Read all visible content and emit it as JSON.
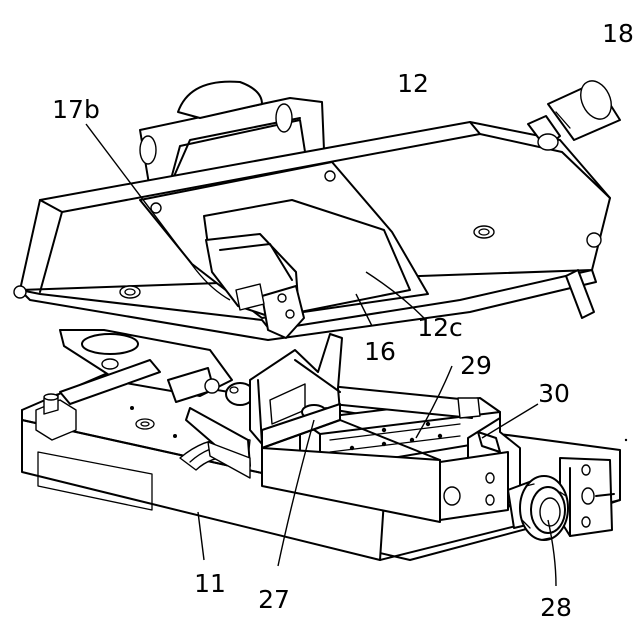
{
  "figure": {
    "labels": {
      "l18": "18",
      "l12": "12",
      "l17b": "17b",
      "l12c": "12c",
      "l16": "16",
      "l29": "29",
      "l30": "30",
      "l11": "11",
      "l27": "27",
      "l28": "28"
    }
  }
}
